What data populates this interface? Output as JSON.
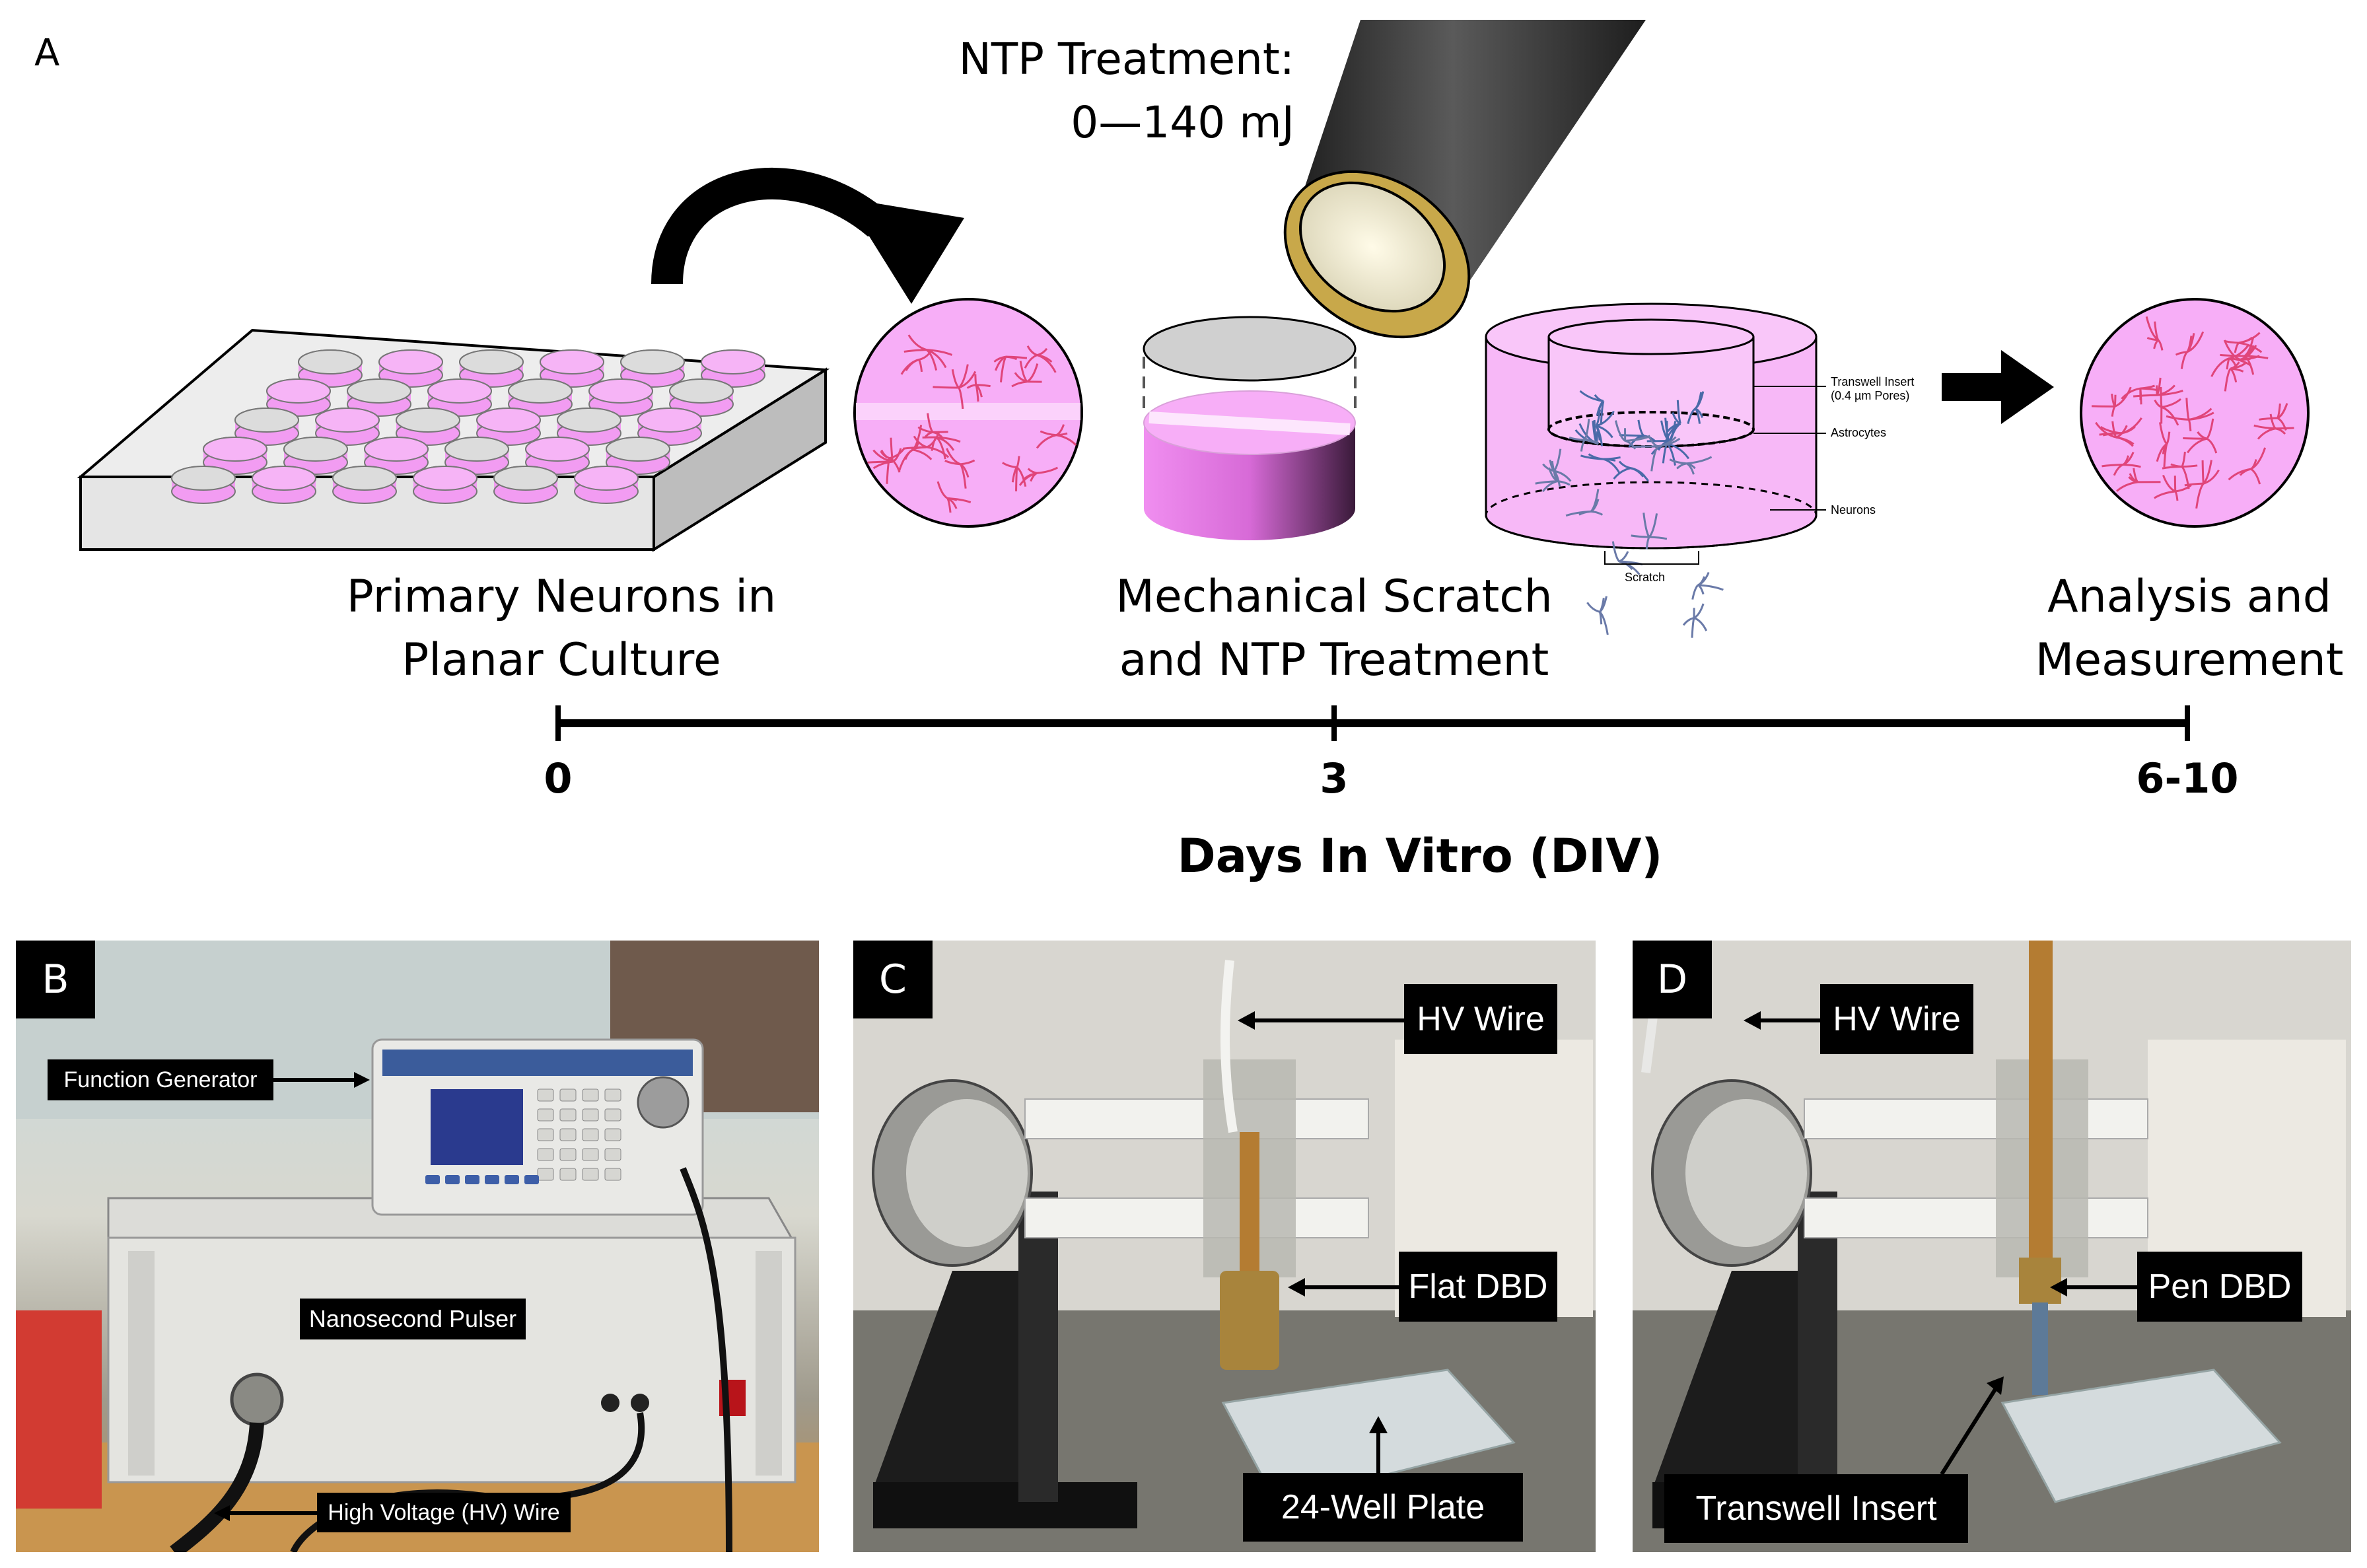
{
  "panel_a": {
    "letter": "A",
    "ntp_line1": "NTP Treatment:",
    "ntp_line2": "0—140 mJ",
    "stage1_line1": "Primary Neurons in",
    "stage1_line2": "Planar Culture",
    "stage2_line1": "Mechanical Scratch",
    "stage2_line2": "and NTP Treatment",
    "stage3_line1": "Analysis and",
    "stage3_line2": "Measurement",
    "tick0": "0",
    "tick1": "3",
    "tick2": "6-10",
    "axis_title": "Days In Vitro (DIV)",
    "transwell_label1": "Transwell Insert",
    "transwell_label2": "(0.4 µm Pores)",
    "astrocytes_label": "Astrocytes",
    "neurons_label": "Neurons",
    "scratch_label": "Scratch",
    "colors": {
      "media": "#f7aef7",
      "plate": "#d9d9d9",
      "probe": "#3a3a3a",
      "ring": "#c8a84a"
    }
  },
  "panel_b": {
    "letter": "B",
    "function_generator": "Function Generator",
    "nanosecond_pulser": "Nanosecond Pulser",
    "hv_wire": "High Voltage (HV) Wire"
  },
  "panel_c": {
    "letter": "C",
    "hv_wire": "HV Wire",
    "flat_dbd": "Flat DBD",
    "well_plate": "24-Well Plate"
  },
  "panel_d": {
    "letter": "D",
    "hv_wire": "HV Wire",
    "pen_dbd": "Pen DBD",
    "transwell_insert": "Transwell Insert"
  }
}
